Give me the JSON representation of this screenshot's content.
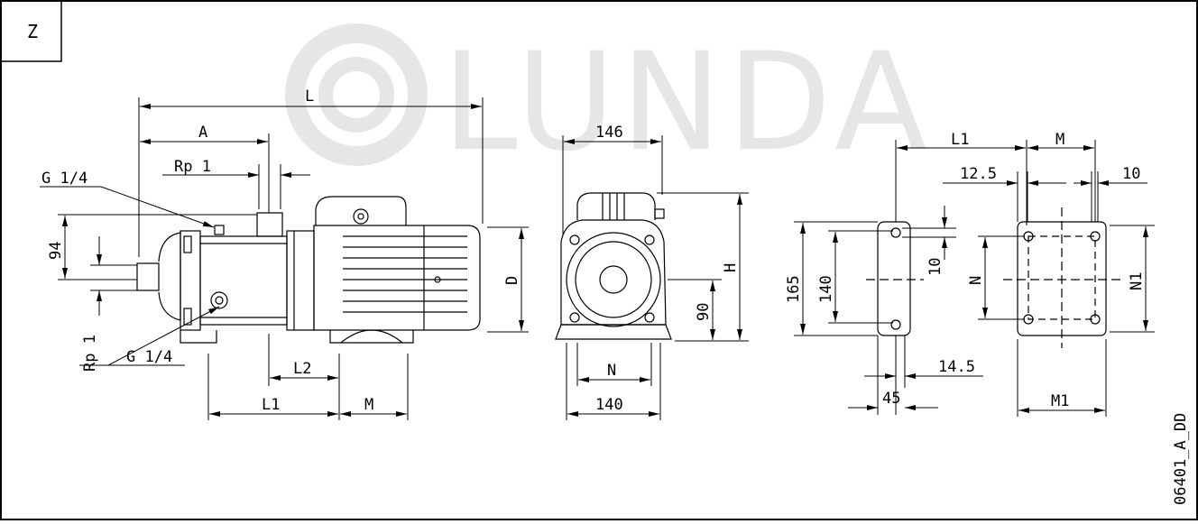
{
  "view_label": "Z",
  "watermark": "LUNDA",
  "drawing_code": "06401_A_DD",
  "side_view": {
    "L": "L",
    "A": "A",
    "Rp1_top": "Rp 1",
    "G14_top": "G 1/4",
    "dim94": "94",
    "Rp1_left": "Rp 1",
    "G14_bottom": "G 1/4",
    "L2": "L2",
    "L1": "L1",
    "M": "M",
    "D": "D"
  },
  "front_view": {
    "w146": "146",
    "H": "H",
    "h90": "90",
    "N": "N",
    "w140": "140"
  },
  "foot_side": {
    "L1": "L1",
    "h165": "165",
    "h140": "140",
    "h10": "10",
    "w14_5": "14.5",
    "w45": "45"
  },
  "foot_plan": {
    "M": "M",
    "w12_5": "12.5",
    "w10": "10",
    "N": "N",
    "N1": "N1",
    "M1": "M1"
  }
}
